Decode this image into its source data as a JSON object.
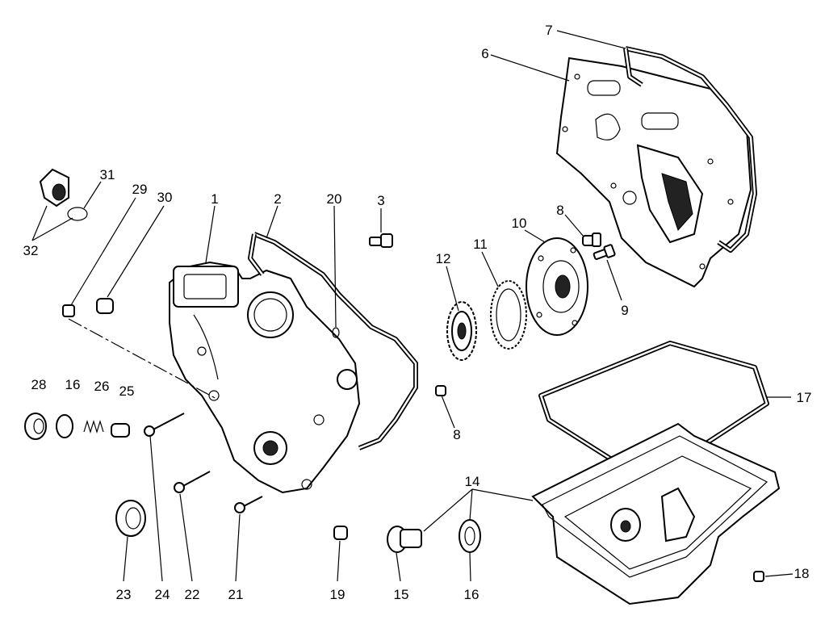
{
  "callouts": {
    "c1": "1",
    "c2": "2",
    "c3": "3",
    "c6": "6",
    "c7": "7",
    "c8a": "8",
    "c8b": "8",
    "c9": "9",
    "c10": "10",
    "c11": "11",
    "c12": "12",
    "c14": "14",
    "c15": "15",
    "c16a": "16",
    "c16b": "16",
    "c17": "17",
    "c18": "18",
    "c19": "19",
    "c20": "20",
    "c21": "21",
    "c22": "22",
    "c23": "23",
    "c24": "24",
    "c25": "25",
    "c26": "26",
    "c28": "28",
    "c29": "29",
    "c30": "30",
    "c31": "31",
    "c32": "32"
  }
}
